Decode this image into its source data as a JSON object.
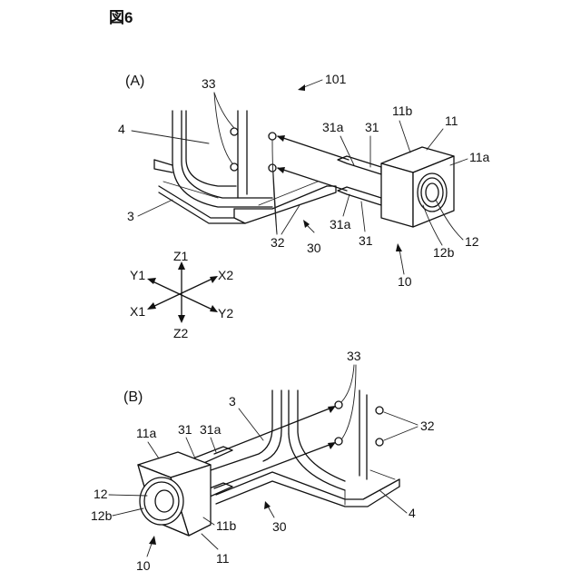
{
  "figure_title": "図6",
  "panel_a": {
    "label": "(A)",
    "assembly_ref": "101",
    "refs": {
      "frame_top": "33",
      "frame_side": "4",
      "base": "3",
      "markers": "32",
      "beam_group": "30",
      "tip_upper": "31a",
      "beam_upper": "31",
      "module_top": "11b",
      "module": "11",
      "module_face": "11a",
      "lens_ring": "12b",
      "lens": "12",
      "tip_lower": "31a",
      "beam_lower": "31",
      "unit": "10"
    }
  },
  "axes": {
    "z_up": "Z1",
    "z_down": "Z2",
    "x_pos": "X2",
    "x_neg": "X1",
    "y_pos": "Y1",
    "y_neg": "Y2"
  },
  "panel_b": {
    "label": "(B)",
    "refs": {
      "frame_top": "33",
      "base": "3",
      "markers": "32",
      "module_face": "11a",
      "beam": "31",
      "tip": "31a",
      "lens": "12",
      "lens_ring": "12b",
      "module_side": "11b",
      "beam_group": "30",
      "side_panel": "4",
      "unit": "10",
      "module": "11"
    }
  }
}
